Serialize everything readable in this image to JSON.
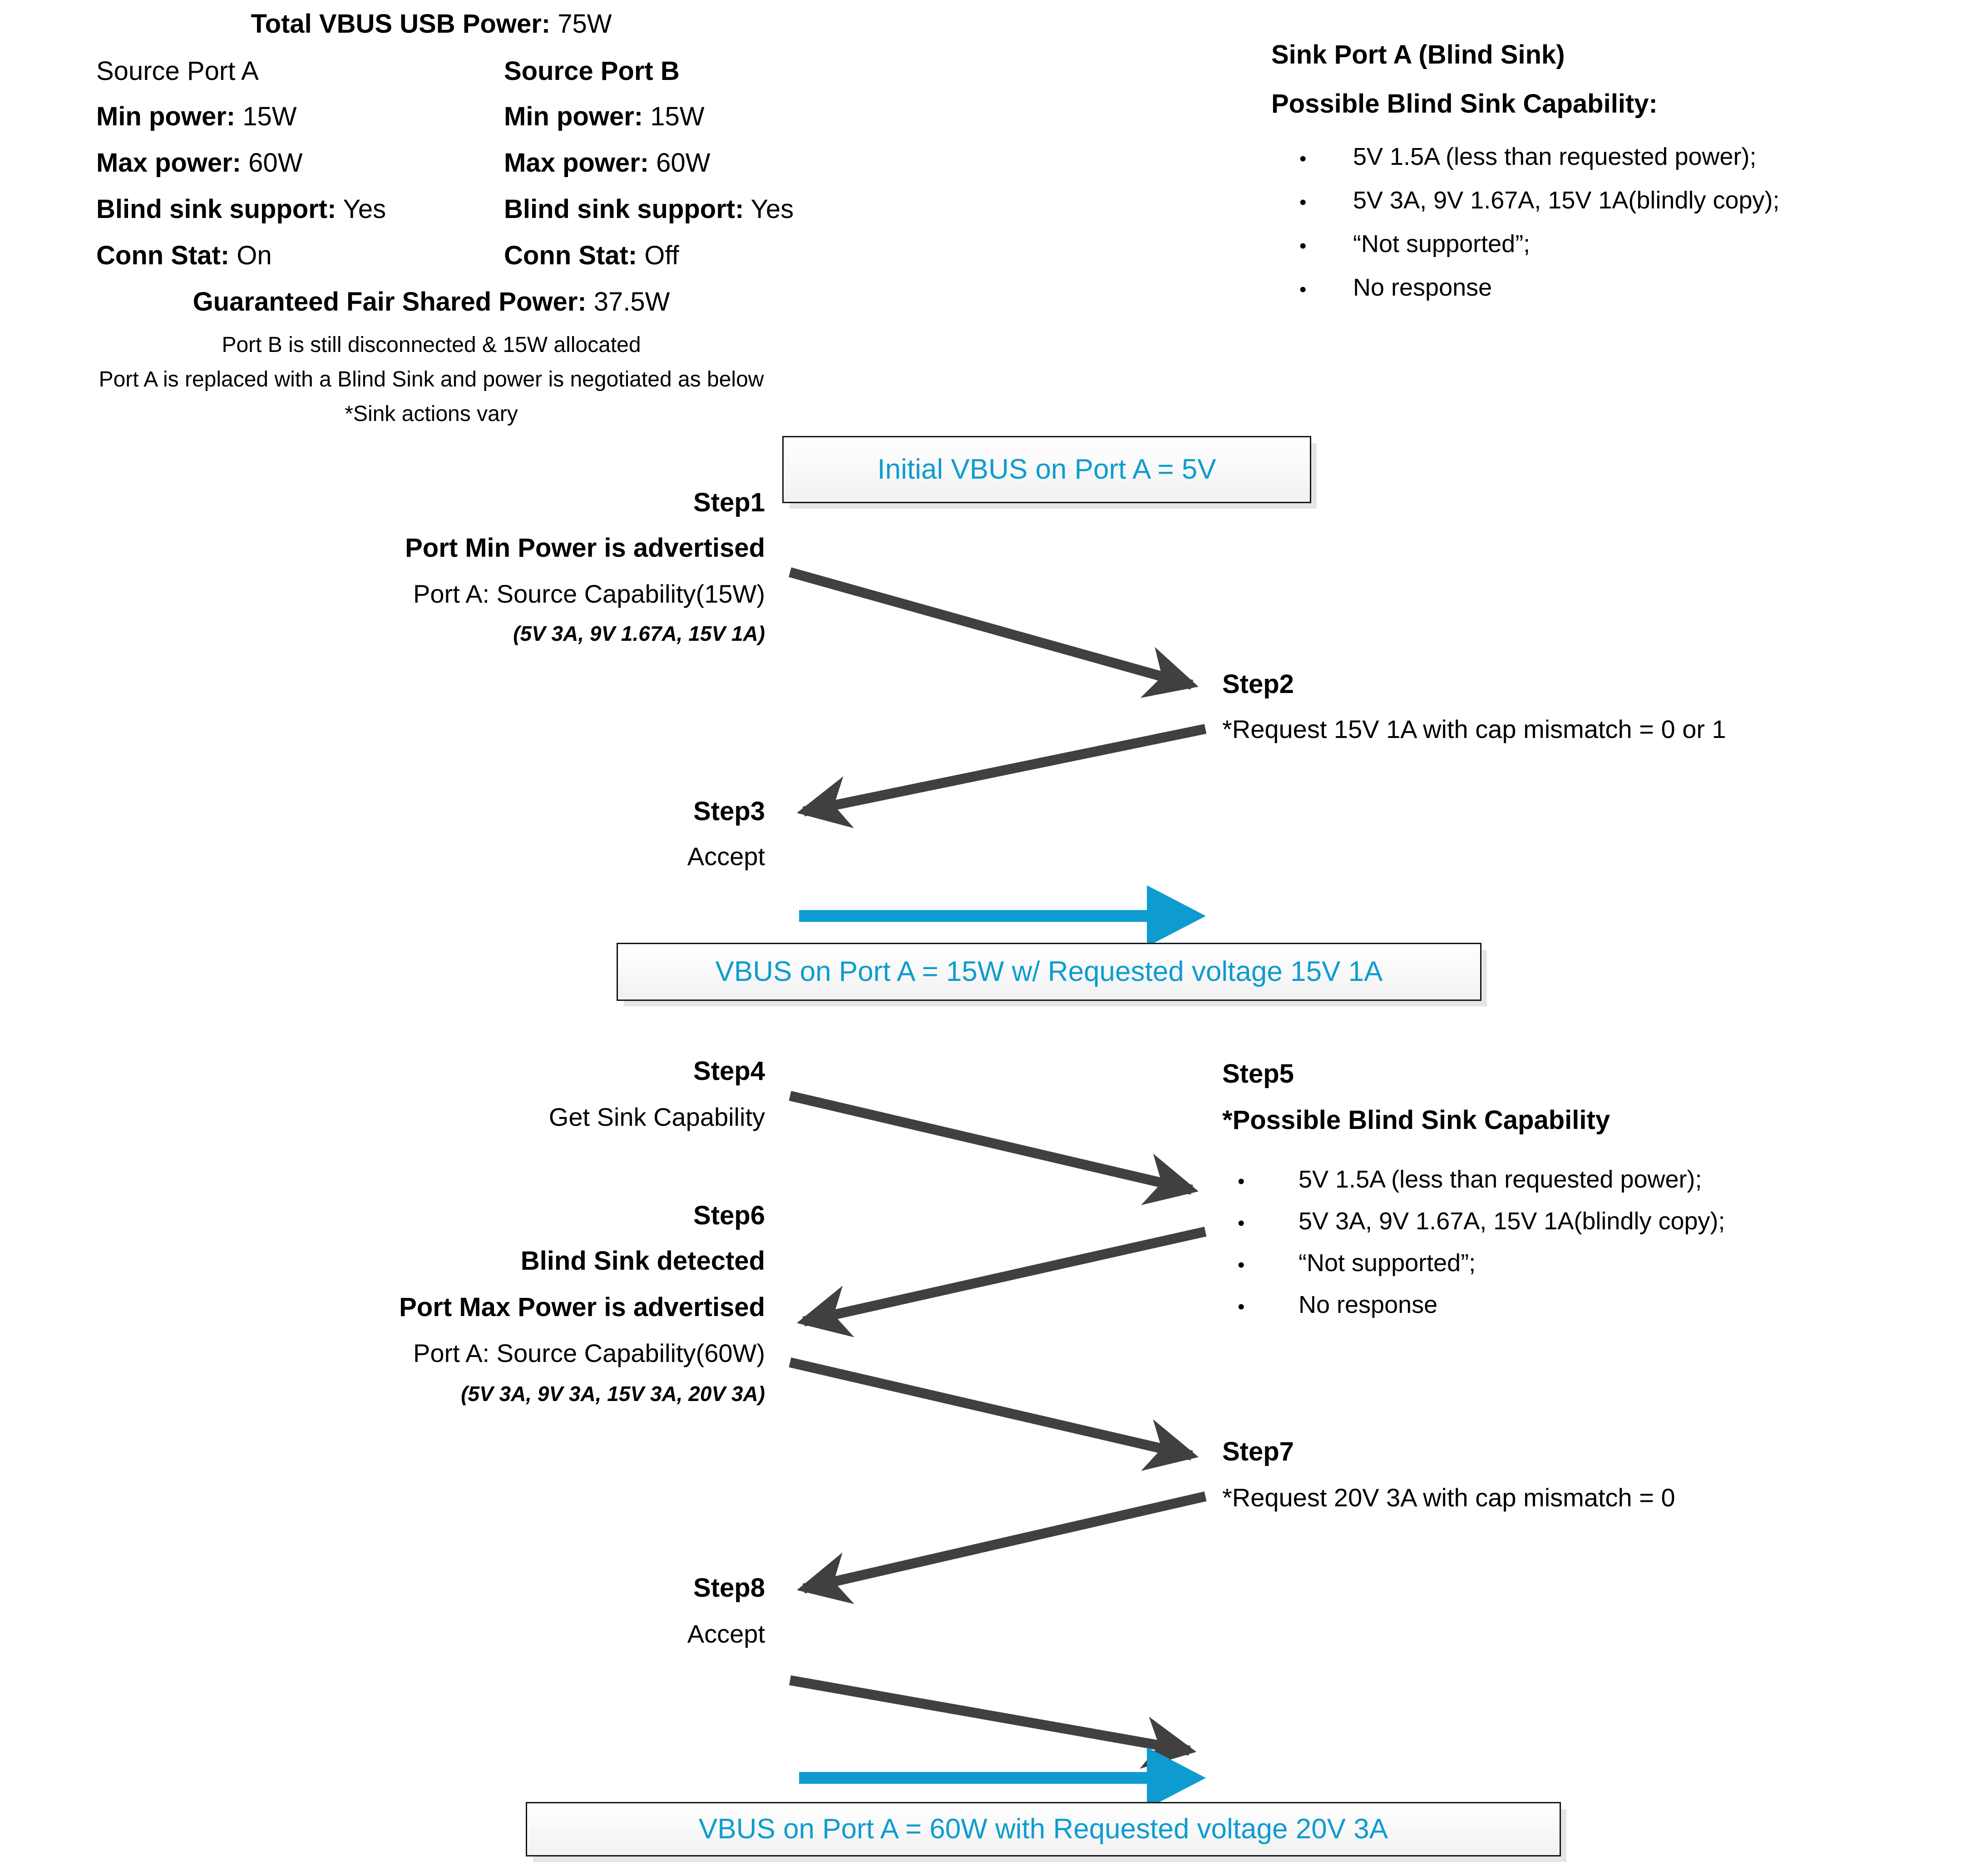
{
  "header": {
    "total_power_label": "Total VBUS USB Power:",
    "total_power_value": " 75W",
    "port_a": {
      "title": "Source Port A",
      "min_label": "Min power:",
      "min_value": " 15W",
      "max_label": "Max power:",
      "max_value": " 60W",
      "blind_label": "Blind sink support:",
      "blind_value": " Yes",
      "conn_label": "Conn Stat:",
      "conn_value": " On"
    },
    "port_b": {
      "title": "Source Port B",
      "min_label": "Min power:",
      "min_value": " 15W",
      "max_label": "Max power:",
      "max_value": " 60W",
      "blind_label": "Blind sink support:",
      "blind_value": " Yes",
      "conn_label": "Conn Stat:",
      "conn_value": " Off"
    },
    "shared_label": "Guaranteed Fair Shared Power:",
    "shared_value": " 37.5W",
    "notes": [
      "Port B is still disconnected & 15W allocated",
      "Port A is replaced with a Blind Sink and power is negotiated as below",
      "*Sink actions vary"
    ]
  },
  "sink_block": {
    "title": "Sink Port A (Blind Sink)",
    "subtitle": "Possible Blind Sink Capability:",
    "bullet_glyph": "•",
    "bullets": [
      "5V 1.5A (less than requested power);",
      "5V 3A, 9V 1.67A, 15V 1A(blindly copy);",
      "“Not supported”;",
      "No response"
    ]
  },
  "callouts": {
    "initial": "Initial VBUS on Port A = 5V",
    "after_step3": "VBUS on Port A = 15W w/ Requested voltage 15V 1A",
    "after_step8": "VBUS on Port A = 60W with Requested voltage 20V 3A"
  },
  "steps": {
    "step1": {
      "num": "Step1",
      "line1": "Port Min Power is advertised",
      "line2": "Port A: Source Capability(15W)",
      "line3": "(5V 3A, 9V 1.67A, 15V 1A)"
    },
    "step2": {
      "num": "Step2",
      "line1": "*Request 15V 1A with cap mismatch = 0 or 1"
    },
    "step3": {
      "num": "Step3",
      "line1": "Accept"
    },
    "step4": {
      "num": "Step4",
      "line1": "Get Sink Capability"
    },
    "step5": {
      "num": "Step5",
      "line1": "*Possible Blind Sink Capability",
      "bullet_glyph": "•",
      "bullets": [
        "5V 1.5A (less than requested power);",
        "5V 3A, 9V 1.67A, 15V 1A(blindly copy);",
        "“Not supported”;",
        "No response"
      ]
    },
    "step6": {
      "num": "Step6",
      "line1": "Blind Sink detected",
      "line2": "Port Max Power is advertised",
      "line3": "Port A: Source Capability(60W)",
      "line4": "(5V 3A, 9V 3A, 15V 3A, 20V 3A)"
    },
    "step7": {
      "num": "Step7",
      "line1": "*Request 20V 3A with cap mismatch = 0"
    },
    "step8": {
      "num": "Step8",
      "line1": "Accept"
    }
  },
  "colors": {
    "accent_blue": "#0e9cd0",
    "arrow_gray": "#404040",
    "text_black": "#000000"
  }
}
